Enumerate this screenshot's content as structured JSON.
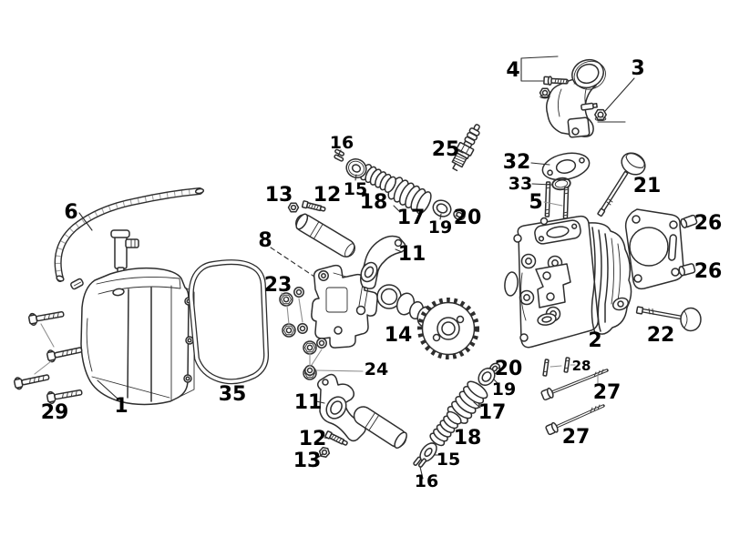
{
  "diagram": {
    "colors": {
      "background": "#ffffff",
      "line": "#2e2e2e",
      "label": "#000000",
      "leader": "#8f8f8f"
    },
    "callouts": [
      {
        "num": "6",
        "part": "breather-hose"
      },
      {
        "num": "16",
        "part": "valve-cotters-upper"
      },
      {
        "num": "13",
        "part": "adjuster-lock-nut-upper"
      },
      {
        "num": "12",
        "part": "valve-adjuster-screw-upper"
      },
      {
        "num": "15",
        "part": "spring-retainer-upper"
      },
      {
        "num": "18",
        "part": "inner-valve-spring-upper"
      },
      {
        "num": "17",
        "part": "outer-valve-spring-upper"
      },
      {
        "num": "19",
        "part": "spring-seat-upper"
      },
      {
        "num": "20",
        "part": "valve-stem-seal-upper"
      },
      {
        "num": "25",
        "part": "spark-plug"
      },
      {
        "num": "8",
        "part": "rocker-arm-holder"
      },
      {
        "num": "23",
        "part": "holder-nuts"
      },
      {
        "num": "11",
        "part": "rocker-arm-upper"
      },
      {
        "num": "14",
        "part": "camshaft"
      },
      {
        "num": "24",
        "part": "holder-washers"
      },
      {
        "num": "11",
        "part": "rocker-arm-lower"
      },
      {
        "num": "12",
        "part": "valve-adjuster-screw-lower"
      },
      {
        "num": "13",
        "part": "adjuster-lock-nut-lower"
      },
      {
        "num": "1",
        "part": "valve-cover"
      },
      {
        "num": "29",
        "part": "valve-cover-bolts"
      },
      {
        "num": "35",
        "part": "valve-cover-gasket"
      },
      {
        "num": "4",
        "part": "intake-manifold"
      },
      {
        "num": "3",
        "part": "manifold-nut"
      },
      {
        "num": "32",
        "part": "manifold-insulator"
      },
      {
        "num": "33",
        "part": "o-ring"
      },
      {
        "num": "5",
        "part": "manifold-studs"
      },
      {
        "num": "21",
        "part": "intake-valve"
      },
      {
        "num": "2",
        "part": "cylinder-head"
      },
      {
        "num": "26",
        "part": "dowel-pin-top"
      },
      {
        "num": "26",
        "part": "dowel-pin-bottom"
      },
      {
        "num": "22",
        "part": "exhaust-valve"
      },
      {
        "num": "20",
        "part": "valve-stem-seal-lower"
      },
      {
        "num": "19",
        "part": "spring-seat-lower"
      },
      {
        "num": "17",
        "part": "outer-valve-spring-lower"
      },
      {
        "num": "18",
        "part": "inner-valve-spring-lower"
      },
      {
        "num": "15",
        "part": "spring-retainer-lower"
      },
      {
        "num": "16",
        "part": "valve-cotters-lower"
      },
      {
        "num": "28",
        "part": "cylinder-studs"
      },
      {
        "num": "27",
        "part": "cylinder-head-bolt-top"
      },
      {
        "num": "27",
        "part": "cylinder-head-bolt-bottom"
      }
    ]
  }
}
